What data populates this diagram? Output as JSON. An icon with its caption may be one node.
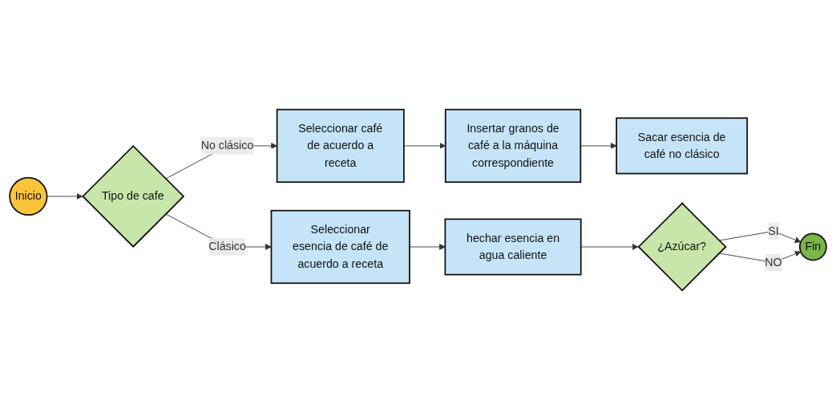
{
  "diagram": {
    "nodes": [
      {
        "text": [
          "Inicio"
        ]
      },
      {
        "text": [
          "Tipo de cafe"
        ]
      },
      {
        "text": [
          "Seleccionar esencia de café de acuerdo a receta"
        ]
      },
      {
        "text": [
          "hechar esencia en agua caliente"
        ]
      },
      {
        "text": [
          "Seleccionar café de acuerdo a receta"
        ]
      },
      {
        "text": [
          "Insertar granos de café a la máquina correspondiente"
        ]
      },
      {
        "text": [
          "Sacar esencia de café no clásico"
        ]
      },
      {
        "text": [
          "¿Azúcar?"
        ]
      },
      {
        "text": [
          "Fin"
        ]
      }
    ],
    "edges": [
      {
        "from": 0,
        "to": 1,
        "arrow": "to"
      },
      {
        "from": 1,
        "to": 2,
        "label": "Clásico",
        "arrow": "to"
      },
      {
        "from": 1,
        "to": 4,
        "label": "No clásico",
        "arrow": "to"
      },
      {
        "from": 2,
        "to": 3,
        "arrow": "to"
      },
      {
        "from": 3,
        "to": 7,
        "arrow": "to"
      },
      {
        "from": 4,
        "to": 5,
        "arrow": "to"
      },
      {
        "from": 5,
        "to": 6,
        "arrow": "to"
      },
      {
        "from": 7,
        "to": 8,
        "label": "SI",
        "arrow": "to"
      },
      {
        "from": 7,
        "to": 8,
        "label": "NO",
        "arrow": "to"
      }
    ]
  }
}
